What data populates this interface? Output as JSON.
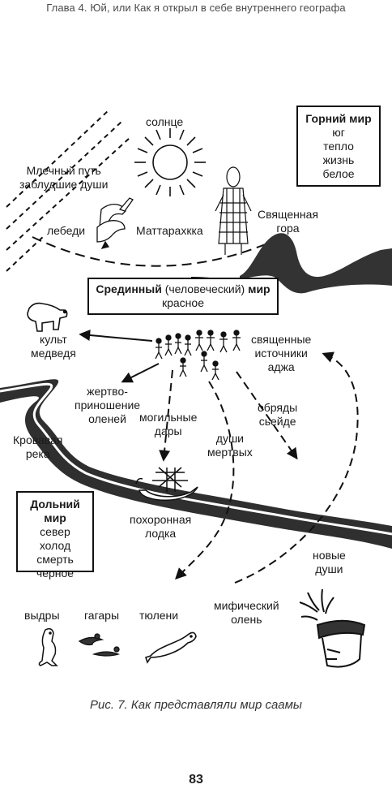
{
  "header": "Глава 4. Юй, или Как я открыл в себе внутреннего географа",
  "upper_world": {
    "title": "Горний мир",
    "items": [
      "юг",
      "тепло",
      "жизнь",
      "белое"
    ]
  },
  "middle_world": {
    "title_bold_1": "Срединный",
    "title_normal": "(человеческий)",
    "title_bold_2": "мир",
    "subtitle": "красное"
  },
  "lower_world": {
    "title": "Дольний мир",
    "items": [
      "север",
      "холод",
      "смерть",
      "черное"
    ]
  },
  "labels": {
    "sun": "солнце",
    "milky_way_1": "Млечный путь",
    "milky_way_2": "заблудшие души",
    "swans": "лебеди",
    "mattarahkka": "Маттарахкка",
    "mountain_1": "Священная",
    "mountain_2": "гора",
    "bear_cult_1": "культ",
    "bear_cult_2": "медведя",
    "springs_1": "священные",
    "springs_2": "источники",
    "springs_3": "аджа",
    "sacrifice_1": "жертво-",
    "sacrifice_2": "приношение",
    "sacrifice_3": "оленей",
    "grave_1": "могильные",
    "grave_2": "дары",
    "dead_1": "души",
    "dead_2": "мертвых",
    "seide_1": "обряды",
    "seide_2": "сьейде",
    "river_1": "Кровавая",
    "river_2": "река",
    "boat_1": "похоронная",
    "boat_2": "лодка",
    "new_souls_1": "новые",
    "new_souls_2": "души",
    "deer_1": "мифический",
    "deer_2": "олень",
    "otters": "выдры",
    "loons": "гагары",
    "seals": "тюлени"
  },
  "caption": "Рис. 7. Как представляли мир саамы",
  "page_number": "83"
}
